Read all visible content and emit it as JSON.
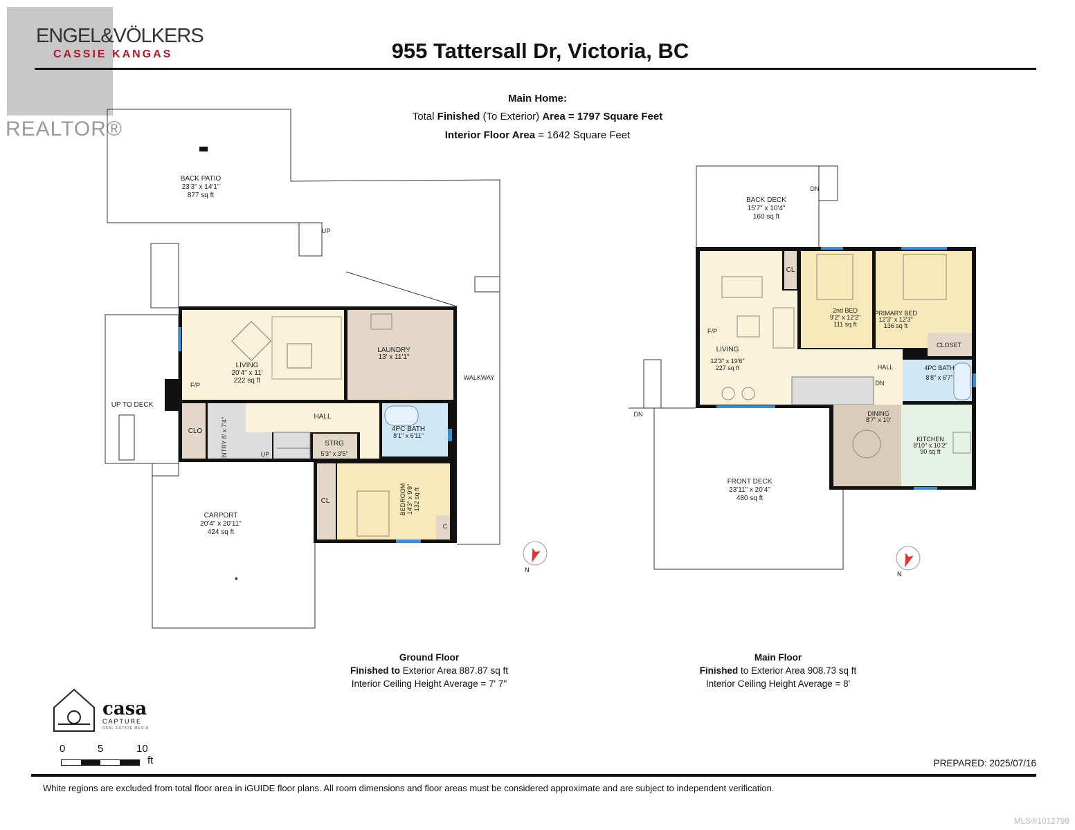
{
  "logos": {
    "realtor": "REALTOR®",
    "brokerage": "ENGEL&VÖLKERS",
    "agent": "CASSIE KANGAS",
    "media": "casa",
    "media_sub": "CAPTURE",
    "media_tag": "REAL ESTATE MEDIA"
  },
  "header": {
    "title": "955 Tattersall Dr, Victoria, BC"
  },
  "summary": {
    "heading": "Main Home:",
    "total_prefix": "Total ",
    "total_bold1": "Finished",
    "total_mid": " (To Exterior) ",
    "total_bold2": "Area = 1797 Square Feet",
    "interior_bold": "Interior Floor Area",
    "interior_rest": " = 1642 Square Feet"
  },
  "ground_floor": {
    "rooms": {
      "back_patio": [
        "BACK PATIO",
        "23'3\" x 14'1\"",
        "877 sq ft"
      ],
      "living": [
        "LIVING",
        "20'4\" x 11'",
        "222 sq ft"
      ],
      "laundry": [
        "LAUNDRY",
        "13' x 11'1\""
      ],
      "hall": "HALL",
      "entry": "ENTRY 8' x 7'4\"",
      "clo": "CLO",
      "strg": [
        "STRG",
        "5'3\" x 3'5\""
      ],
      "bath": [
        "4PC BATH",
        "8'1\" x 6'11\""
      ],
      "bedroom": [
        "BEDROOM",
        "14'3\" x 9'9\"",
        "132 sq ft"
      ],
      "cl": "CL",
      "c": "C",
      "carport": [
        "CARPORT",
        "20'4\" x 20'11\"",
        "424 sq ft"
      ],
      "up_to_deck": "UP TO DECK",
      "walkway": "WALKWAY",
      "fp": "F/P",
      "up1": "UP",
      "up2": "UP"
    },
    "info": {
      "name": "Ground Floor",
      "area_bold": "Finished to",
      "area_rest": " Exterior Area 887.87 sq ft",
      "ceiling": "Interior Ceiling Height Average = 7' 7\""
    }
  },
  "main_floor": {
    "rooms": {
      "back_deck": [
        "BACK DECK",
        "15'7\" x 10'4\"",
        "160 sq ft"
      ],
      "living": [
        "LIVING",
        "12'3\" x 19'6\"",
        "227 sq ft"
      ],
      "cl": "CL",
      "bed2": [
        "2nd BED",
        "9'2\" x 12'2\"",
        "111 sq ft"
      ],
      "primary": [
        "PRIMARY BED",
        "12'3\" x 12'3\"",
        "136 sq ft"
      ],
      "closet": "CLOSET",
      "hall": "HALL",
      "bath": [
        "4PC BATH",
        "8'8\" x 6'7\""
      ],
      "dining": [
        "DINING",
        "8'7\" x 10'"
      ],
      "kitchen": [
        "KITCHEN",
        "8'10\" x 10'2\"",
        "90 sq ft"
      ],
      "front_deck": [
        "FRONT DECK",
        "23'11\" x 20'4\"",
        "480 sq ft"
      ],
      "fp": "F/P",
      "dn1": "DN",
      "dn2": "DN",
      "dn3": "DN"
    },
    "info": {
      "name": "Main Floor",
      "area_bold": "Finished",
      "area_rest": " to Exterior Area 908.73 sq ft",
      "ceiling": "Interior Ceiling Height Average = 8'"
    }
  },
  "compass": {
    "label": "N"
  },
  "scale": {
    "ticks": [
      "0",
      "5",
      "10"
    ],
    "unit": "ft"
  },
  "footer": {
    "prepared": "PREPARED: 2025/07/16",
    "disclaimer": "White regions are excluded from total floor area in iGUIDE floor plans. All room dimensions and floor areas must be considered approximate and are subject to independent verification.",
    "mls": "MLS®1012799"
  },
  "colors": {
    "wall": "#111111",
    "cream": "#faf3d9",
    "tan": "#e3d8c8",
    "bed": "#f9e8b8",
    "bath": "#cfe6f6",
    "gray": "#dddddd",
    "kitchen": "#e6f1e6",
    "dining": "#d9ccb9",
    "window": "#3a8fd0",
    "brand_red": "#b0192b"
  }
}
